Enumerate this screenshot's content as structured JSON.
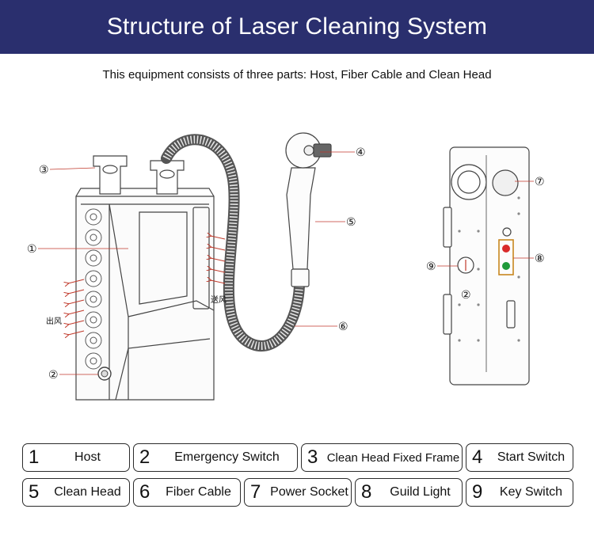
{
  "header": {
    "title": "Structure of Laser Cleaning System"
  },
  "subtitle": "This equipment consists of three parts: Host, Fiber Cable and Clean Head",
  "callouts": {
    "c1": "①",
    "c2": "②",
    "c3": "③",
    "c4": "④",
    "c5": "⑤",
    "c6": "⑥",
    "c7": "⑦",
    "c8": "⑧",
    "c9": "⑨",
    "c2b": "②"
  },
  "airflow": {
    "outlet": "出风",
    "inlet": "送风"
  },
  "colors": {
    "header_bg": "#2a2f6e",
    "leader_line": "#c0392b",
    "indicator_red": "#d92b2b",
    "indicator_green": "#1f9a3a",
    "indicator_frame": "#c8861f"
  },
  "legend": [
    {
      "num": "1",
      "label": "Host"
    },
    {
      "num": "2",
      "label": "Emergency Switch"
    },
    {
      "num": "3",
      "label": "Clean Head Fixed Frame"
    },
    {
      "num": "4",
      "label": "Start Switch"
    },
    {
      "num": "5",
      "label": "Clean Head"
    },
    {
      "num": "6",
      "label": "Fiber Cable"
    },
    {
      "num": "7",
      "label": "Power Socket"
    },
    {
      "num": "8",
      "label": "Guild Light"
    },
    {
      "num": "9",
      "label": "Key Switch"
    }
  ]
}
